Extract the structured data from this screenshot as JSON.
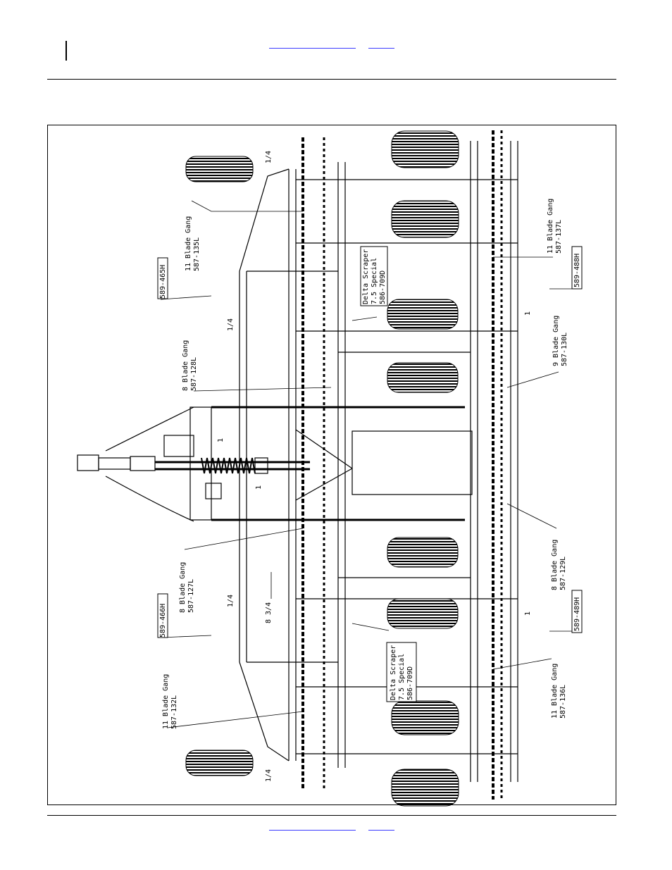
{
  "drawing": {
    "callouts": {
      "gang_11_left_top": {
        "line1": "11 Blade Gang",
        "line2": "587-135L"
      },
      "gang_8_left_top": {
        "line1": "8 Blade Gang",
        "line2": "587-128L"
      },
      "gang_8_left_bottom": {
        "line1": "8 Blade Gang",
        "line2": "587-127L"
      },
      "gang_11_left_bottom": {
        "line1": "11 Blade Gang",
        "line2": "587-132L"
      },
      "gang_11_right_top": {
        "line1": "11 Blade Gang",
        "line2": "587-137L"
      },
      "gang_9_right": {
        "line1": "9 Blade Gang",
        "line2": "587-130L"
      },
      "gang_8_right": {
        "line1": "8 Blade Gang",
        "line2": "587-129L"
      },
      "gang_11_right_bottom": {
        "line1": "11 Blade Gang",
        "line2": "587-136L"
      },
      "scraper_top": {
        "line1": "Delta Scraper",
        "line2": "7.5 Special",
        "line3": "586-709D"
      },
      "scraper_bottom": {
        "line1": "Delta Scraper",
        "line2": "7.5 Special",
        "line3": "586-709D"
      },
      "part_465": "589-465H",
      "part_466": "589-466H",
      "part_488": "589-488H",
      "part_489": "589-489H"
    },
    "dimensions": {
      "quarter_top_left": "1/4",
      "quarter_mid_top": "1/4",
      "quarter_mid_bottom": "1/4",
      "quarter_bottom_left": "1/4",
      "one_hitch_top": "1",
      "one_hitch_bottom": "1",
      "one_right_top": "1",
      "one_right_bottom": "1",
      "eight_three_quarter": "8 3/4"
    }
  }
}
